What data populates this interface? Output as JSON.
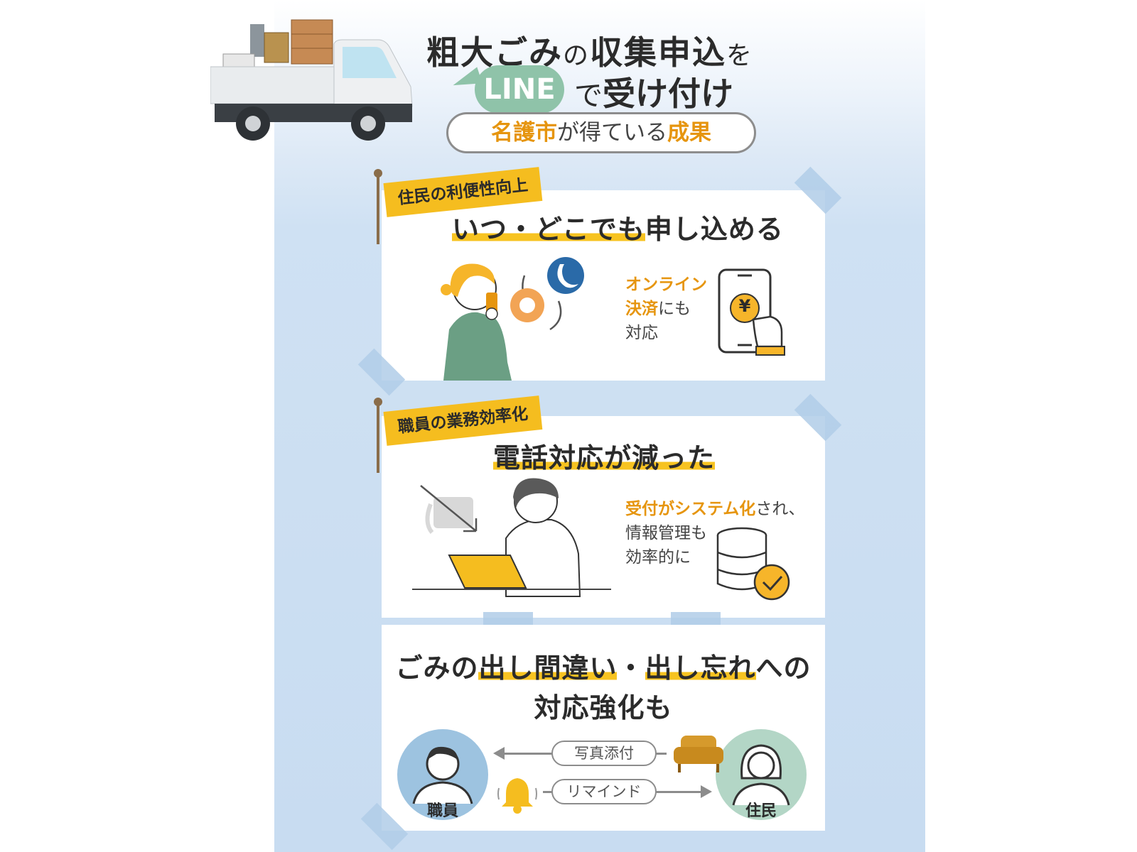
{
  "header": {
    "title_line1_main": "粗大ごみ",
    "title_line1_particle": "の",
    "title_line1_rest": "収集申込",
    "title_line1_end": "を",
    "line_badge": "LINE",
    "title_line2_particle": "で",
    "title_line2_main": "受け付け",
    "result_city": "名護市",
    "result_middle": "が得ている",
    "result_word": "成果"
  },
  "section1": {
    "flag": "住民の利便性向上",
    "heading_highlight": "いつ・どこでも",
    "heading_rest": "申し込める",
    "side_orange_1": "オンライン",
    "side_orange_2": "決済",
    "side_rest_2": "にも",
    "side_3": "対応",
    "yen_symbol": "¥"
  },
  "section2": {
    "flag": "職員の業務効率化",
    "heading_highlight": "電話対応が減った",
    "side_orange_1": "受付がシステム化",
    "side_rest_1": "され、",
    "side_2": "情報管理も",
    "side_3": "効率的に"
  },
  "section3": {
    "heading_pre": "ごみの",
    "heading_highlight_1": "出し間違い",
    "heading_mid": "・",
    "heading_highlight_2": "出し忘れ",
    "heading_post": "への",
    "heading_line2": "対応強化も",
    "arrow_photo": "写真添付",
    "arrow_remind": "リマインド",
    "staff_label": "職員",
    "resident_label": "住民"
  },
  "colors": {
    "accent_orange": "#e6950e",
    "flag_yellow": "#f5bd1f",
    "line_green": "#8fc3a9",
    "panel_blue": "#c8dcf1"
  }
}
